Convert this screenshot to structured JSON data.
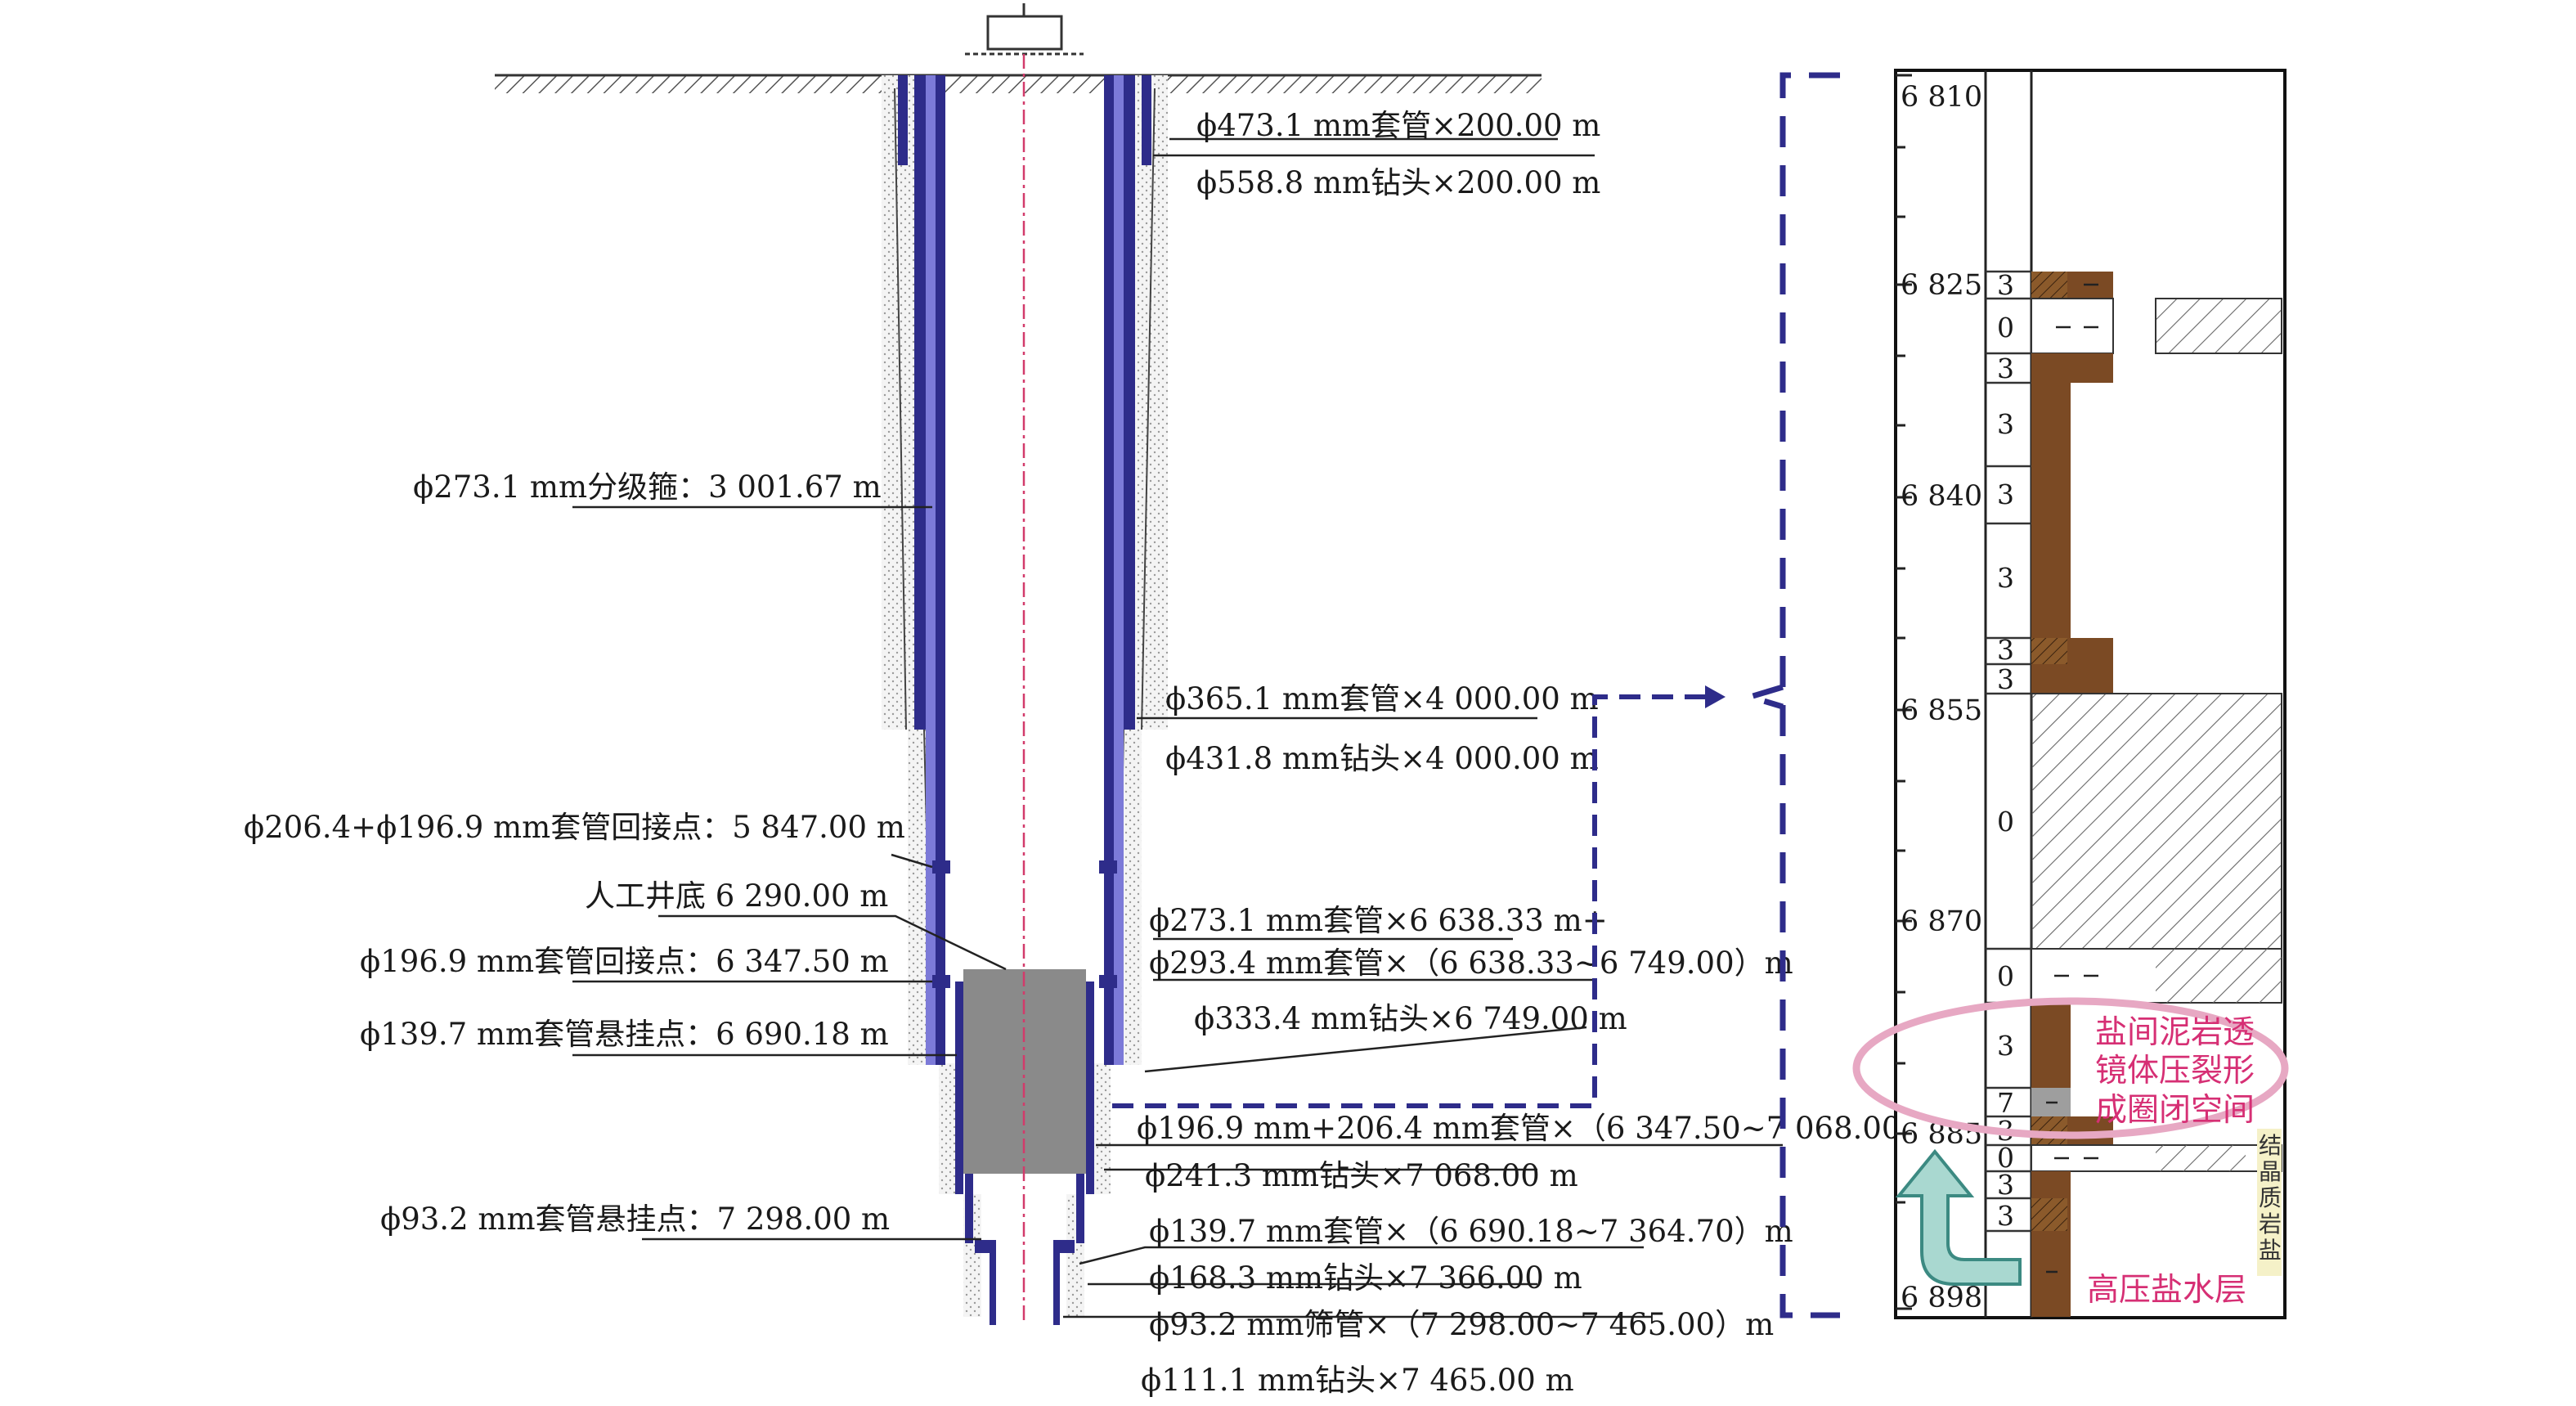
{
  "labels": {
    "l1": "ϕ473.1 mm套管×200.00 m",
    "l2": "ϕ558.8 mm钻头×200.00 m",
    "l3": "ϕ273.1 mm分级箍：3 001.67 m",
    "l4": "ϕ365.1 mm套管×4 000.00 m",
    "l5": "ϕ431.8 mm钻头×4 000.00 m",
    "l6": "ϕ206.4+ϕ196.9 mm套管回接点：5 847.00 m",
    "l7": "人工井底 6 290.00 m",
    "l8": "ϕ273.1 mm套管×6 638.33 m+",
    "l9": "ϕ293.4 mm套管×（6 638.33~6 749.00）m",
    "l10": "ϕ196.9 mm套管回接点：6 347.50 m",
    "l11": "ϕ333.4 mm钻头×6 749.00 m",
    "l12": "ϕ139.7 mm套管悬挂点：6 690.18 m",
    "l13": "ϕ196.9 mm+206.4 mm套管×（6 347.50~7 068.00）m",
    "l14": "ϕ241.3 mm钻头×7 068.00 m",
    "l15": "ϕ93.2 mm套管悬挂点：7 298.00 m",
    "l16": "ϕ139.7 mm套管×（6 690.18~7 364.70）m",
    "l17": "ϕ168.3 mm钻头×7 366.00 m",
    "l18": "ϕ93.2 mm筛管×（7 298.00~7 465.00）m",
    "l19": "ϕ111.1 mm钻头×7 465.00 m"
  },
  "log": {
    "depth_ticks": [
      "6 810",
      "6 825",
      "6 840",
      "6 855",
      "6 870",
      "6 885",
      "6 898"
    ],
    "codes": [
      "3",
      "0",
      "3",
      "3",
      "3",
      "3",
      "3",
      "3",
      "0",
      "0",
      "3",
      "7",
      "3",
      "0",
      "3",
      "3"
    ],
    "callout": [
      "盐间泥岩透",
      "镜体压裂形",
      "成圈闭空间"
    ],
    "water_label": "高压盐水层",
    "side_chars": [
      "结",
      "晶",
      "质",
      "岩",
      "盐"
    ]
  },
  "colors": {
    "casing": "#2e2c8a",
    "callout": "#d62f74",
    "dash_bracket": "#2e2c8a",
    "mudstone": "#7b4a24",
    "fill_gray": "#8a8a8a",
    "arrow": "#3c8a82"
  }
}
